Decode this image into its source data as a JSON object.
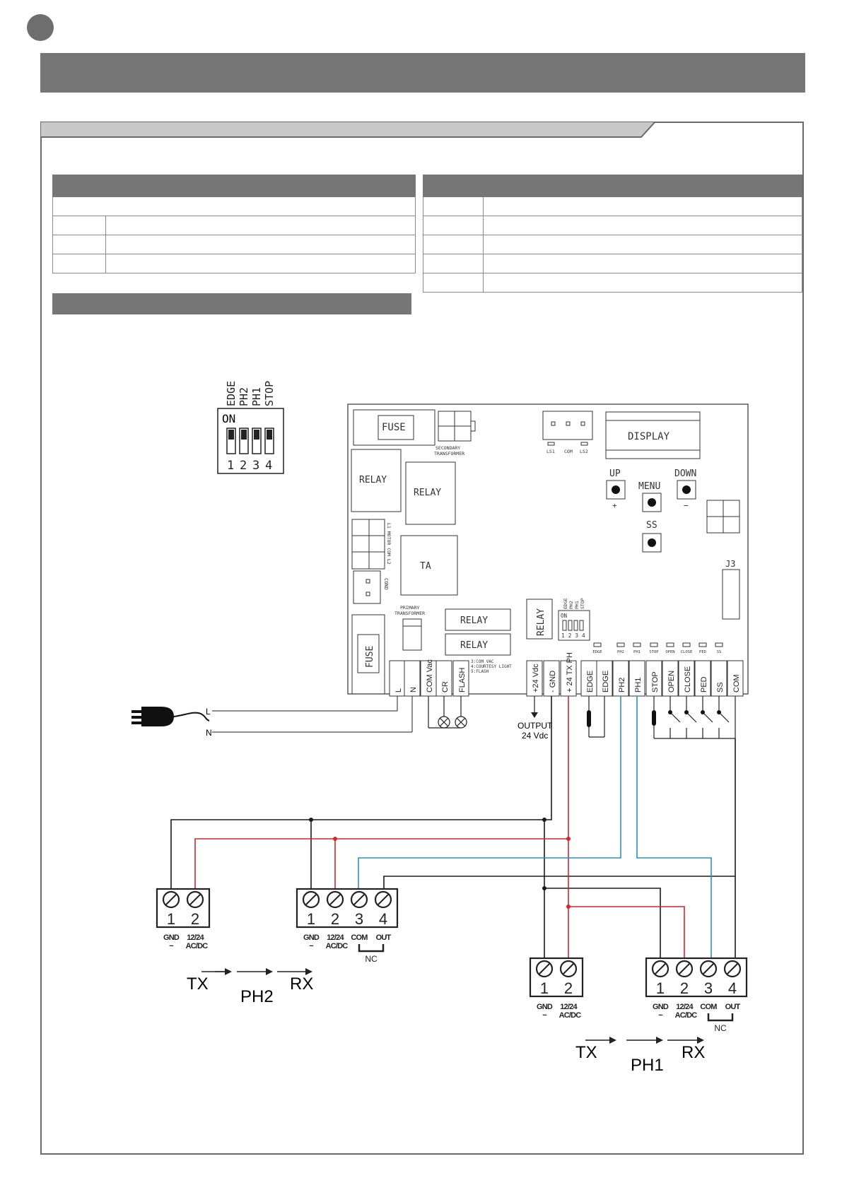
{
  "dip_top": {
    "labels": [
      "EDGE",
      "PH2",
      "PH1",
      "STOP"
    ],
    "on": "ON",
    "numbers": [
      "1",
      "2",
      "3",
      "4"
    ]
  },
  "board": {
    "fuse": "FUSE",
    "secondary_transformer": "SECONDARY TRANSFORMER",
    "display": "DISPLAY",
    "ls1": "LS1",
    "com": "COM",
    "ls2": "LS2",
    "relay": "RELAY",
    "up": "UP",
    "plus": "+",
    "menu": "MENU",
    "down": "DOWN",
    "minus": "−",
    "ss": "SS",
    "motor": "L1 MOTOR COM L2",
    "ta": "TA",
    "cond": "COND",
    "primary_transformer": "PRIMARY TRANSFORMER",
    "j3": "J3",
    "flash_note": [
      "3:COM VAC",
      "4:COURTESY LIGHT",
      "5:FLASH"
    ],
    "mini_dip_labels": [
      "EDGE",
      "PH2",
      "PH1",
      "STOP"
    ],
    "mini_dip_on": "ON",
    "mini_dip_numbers": "1 2 3 4",
    "leds": [
      "EDGE",
      "PH2",
      "PH1",
      "STOP",
      "OPEN",
      "CLOSE",
      "PED",
      "SS"
    ]
  },
  "terminals": [
    "L",
    "N",
    "COM Vac",
    "CR",
    "FLASH",
    "+24 Vdc",
    "- GND",
    "+ 24 TX PH",
    "EDGE",
    "EDGE",
    "PH2",
    "PH1",
    "STOP",
    "OPEN",
    "CLOSE",
    "PED",
    "SS",
    "COM"
  ],
  "power": {
    "l": "L",
    "n": "N"
  },
  "output": {
    "line1": "OUTPUT",
    "line2": "24 Vdc"
  },
  "ph2_tx": {
    "nums": [
      "1",
      "2"
    ],
    "labels": [
      "GND",
      "12/24"
    ],
    "sub": [
      "−",
      "AC/DC"
    ]
  },
  "ph2_rx": {
    "nums": [
      "1",
      "2",
      "3",
      "4"
    ],
    "labels": [
      "GND",
      "12/24",
      "COM",
      "OUT"
    ],
    "sub": [
      "−",
      "AC/DC"
    ],
    "nc": "NC"
  },
  "ph1_tx": {
    "nums": [
      "1",
      "2"
    ],
    "labels": [
      "GND",
      "12/24"
    ],
    "sub": [
      "−",
      "AC/DC"
    ]
  },
  "ph1_rx": {
    "nums": [
      "1",
      "2",
      "3",
      "4"
    ],
    "labels": [
      "GND",
      "12/24",
      "COM",
      "OUT"
    ],
    "sub": [
      "−",
      "AC/DC"
    ],
    "nc": "NC"
  },
  "ph2_flow": {
    "tx": "TX",
    "name": "PH2",
    "rx": "RX"
  },
  "ph1_flow": {
    "tx": "TX",
    "name": "PH1",
    "rx": "RX"
  },
  "colors": {
    "gray": "#767676",
    "red": "#d7262c",
    "blue": "#2d8fbf",
    "black": "#1a1a1a"
  }
}
